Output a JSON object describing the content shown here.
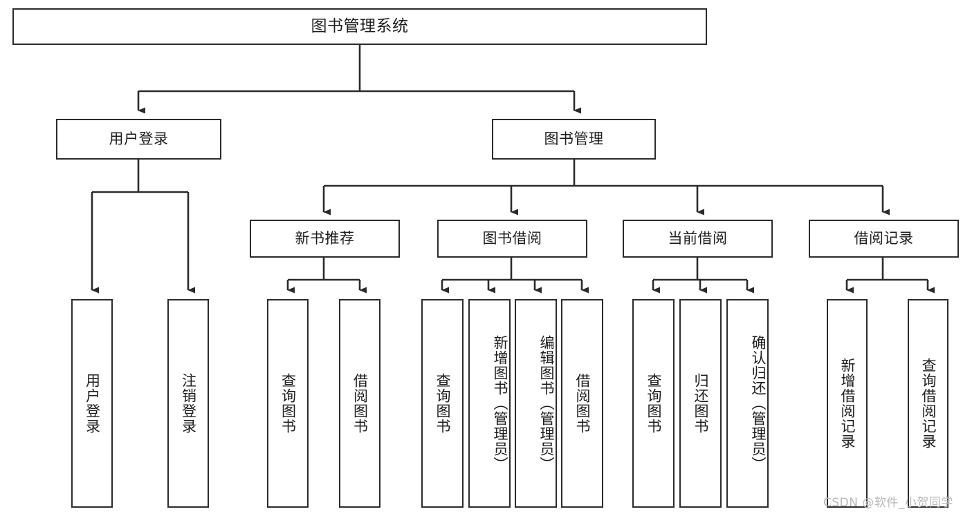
{
  "diagram": {
    "title": "图书管理系统",
    "type": "hierarchy-tree",
    "levels": 4,
    "root": {
      "id": "root",
      "label": "图书管理系统"
    },
    "level2": [
      {
        "id": "user-login",
        "label": "用户登录"
      },
      {
        "id": "book-management",
        "label": "图书管理"
      }
    ],
    "level3": [
      {
        "id": "new-book-recommend",
        "label": "新书推荐",
        "parent": "book-management"
      },
      {
        "id": "book-borrow",
        "label": "图书借阅",
        "parent": "book-management"
      },
      {
        "id": "current-borrow",
        "label": "当前借阅",
        "parent": "book-management"
      },
      {
        "id": "borrow-record",
        "label": "借阅记录",
        "parent": "book-management"
      }
    ],
    "leaves": {
      "user-login": [
        {
          "id": "leaf-user-login",
          "label": "用户登录"
        },
        {
          "id": "leaf-user-logout",
          "label": "注销登录"
        }
      ],
      "new-book-recommend": [
        {
          "id": "leaf-query-book-1",
          "label": "查询图书"
        },
        {
          "id": "leaf-borrow-book-1",
          "label": "借阅图书"
        }
      ],
      "book-borrow": [
        {
          "id": "leaf-query-book-2",
          "label": "查询图书"
        },
        {
          "id": "leaf-add-book",
          "label": "新增图书（管理员）"
        },
        {
          "id": "leaf-edit-book",
          "label": "编辑图书（管理员）"
        },
        {
          "id": "leaf-borrow-book-2",
          "label": "借阅图书"
        }
      ],
      "current-borrow": [
        {
          "id": "leaf-query-book-3",
          "label": "查询图书"
        },
        {
          "id": "leaf-return-book",
          "label": "归还图书"
        },
        {
          "id": "leaf-confirm-return",
          "label": "确认归还（管理员）"
        }
      ],
      "borrow-record": [
        {
          "id": "leaf-add-record",
          "label": "新增借阅记录"
        },
        {
          "id": "leaf-query-record",
          "label": "查询借阅记录"
        }
      ]
    }
  },
  "watermark": {
    "text": "CSDN @软件_小贺同学"
  },
  "colors": {
    "border": "#2b2b2b",
    "background": "#ffffff",
    "text": "#1d1d1d",
    "connector": "#2b2b2b",
    "watermark": "#b8b8b8"
  }
}
